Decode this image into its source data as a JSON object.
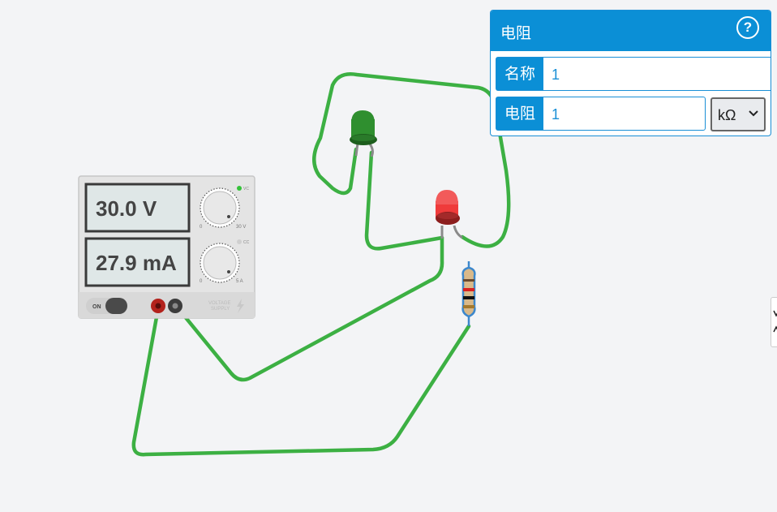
{
  "power_supply": {
    "voltage_display": "30.0 V",
    "current_display": "27.9 mA",
    "voltage_knob_min": "0",
    "voltage_knob_max": "30 V",
    "current_knob_min": "0",
    "current_knob_max": "5 A",
    "vc_label": "VC",
    "cc_label": "CC",
    "power_switch_label": "ON",
    "brand_line1": "VOLTAGE",
    "brand_line2": "SUPPLY"
  },
  "properties_panel": {
    "title": "电阻",
    "help_label": "?",
    "name_label": "名称",
    "name_value": "1",
    "resistance_label": "电阻",
    "resistance_value": "1",
    "unit_selected": "kΩ"
  },
  "colors": {
    "wire": "#3cb043",
    "panel_accent": "#0b8fd6",
    "led_green": "#2f8f2f",
    "led_red": "#ef3b3b"
  }
}
